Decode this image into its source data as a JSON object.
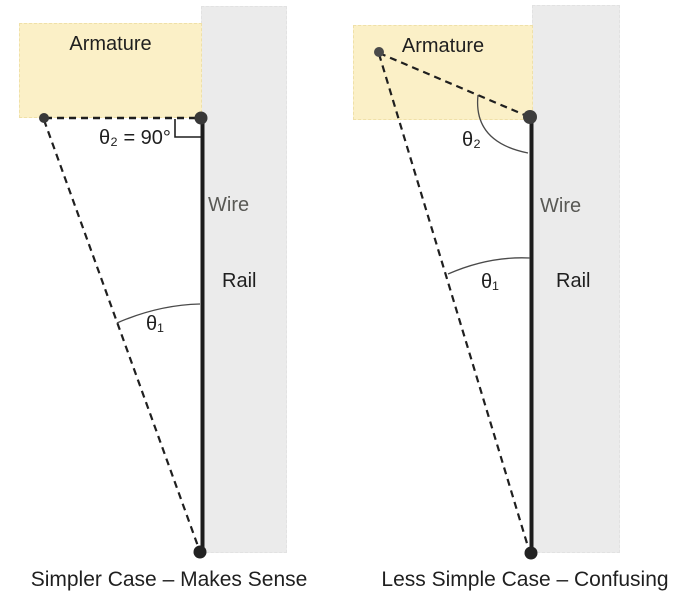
{
  "colors": {
    "armature_fill": "#fbf0c7",
    "armature_border": "#efe0a8",
    "rail_fill": "#ebebeb",
    "wire_stroke": "#1c1c1c",
    "dashed_stroke": "#1f1f1f",
    "arc_stroke": "#4a4a4a",
    "dot_fill": "#383838",
    "gray_text": "#595955",
    "dark_text": "#1f1f1f"
  },
  "left_panel": {
    "armature_label": "Armature",
    "theta2_label": "θ₂ = 90°",
    "theta1_label": "θ₁",
    "wire_label": "Wire",
    "rail_label": "Rail",
    "caption": "Simpler Case – Makes Sense"
  },
  "right_panel": {
    "armature_label": "Armature",
    "theta2_label": "θ₂",
    "theta1_label": "θ₁",
    "wire_label": "Wire",
    "rail_label": "Rail",
    "caption": "Less Simple Case – Confusing"
  }
}
